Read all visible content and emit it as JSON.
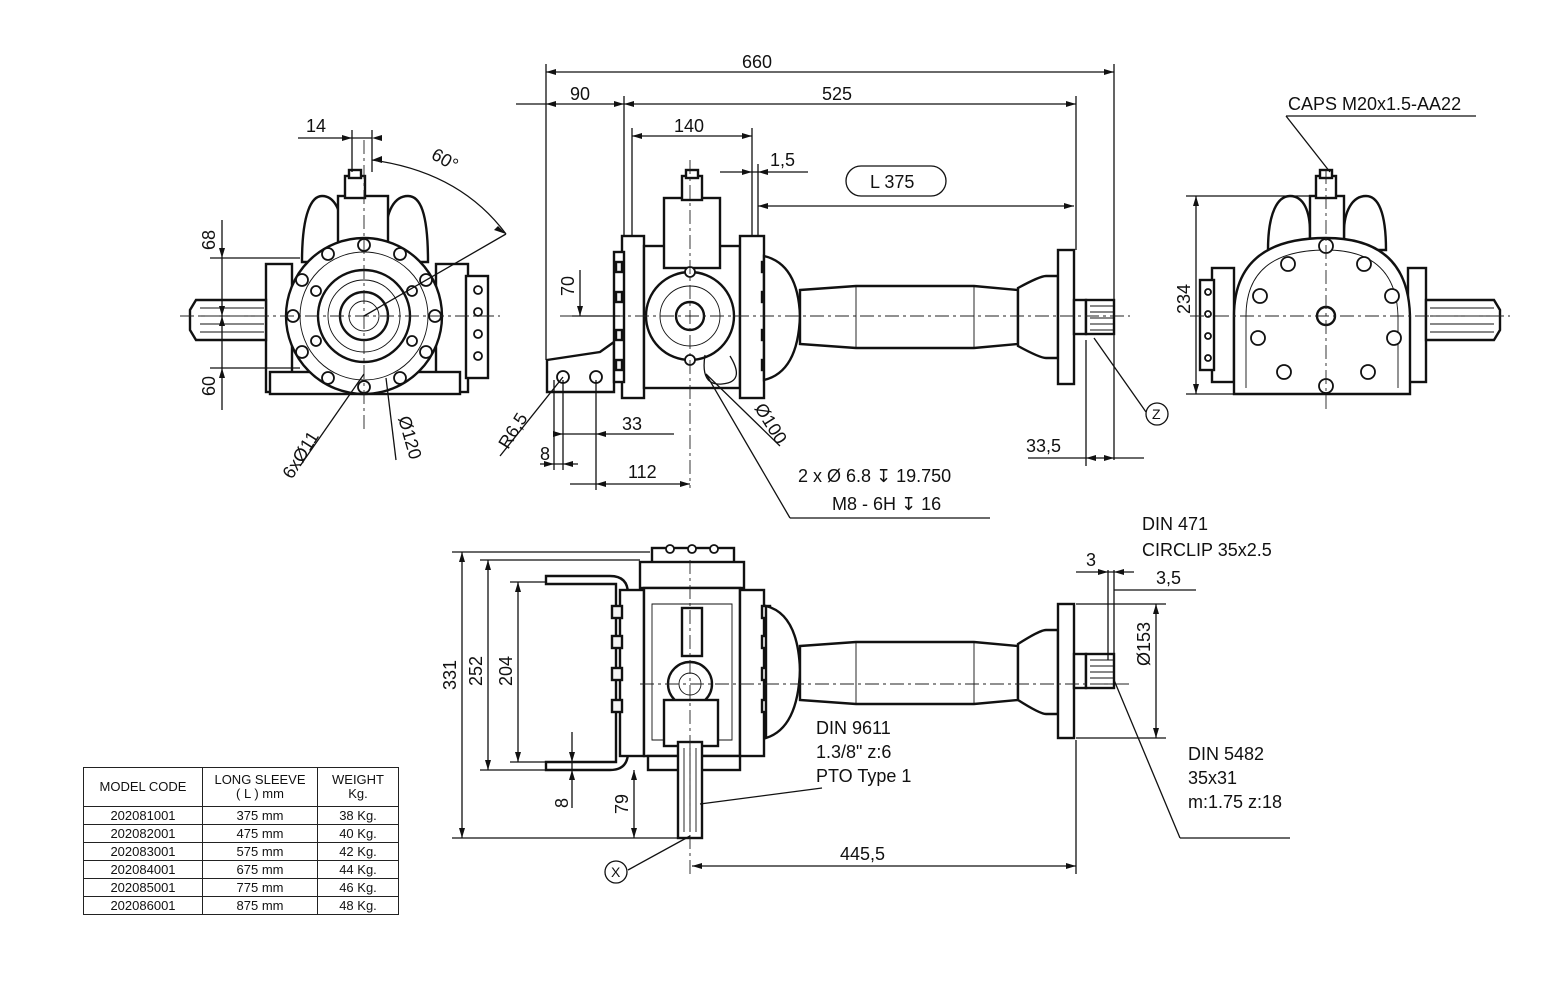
{
  "dimensions": {
    "front": {
      "d14": "14",
      "angle60": "60°",
      "d68": "68",
      "d60": "60",
      "holes": "6xØ11",
      "dia120": "Ø120"
    },
    "side": {
      "d660": "660",
      "d90": "90",
      "d525": "525",
      "d140": "140",
      "d1_5": "1,5",
      "sleeve": "L 375",
      "d70": "70",
      "r6_5": "R6,5",
      "d33": "33",
      "d8": "8",
      "d112": "112",
      "dia100": "Ø100",
      "d33_5": "33,5",
      "z_label": "Z",
      "holes_note_1": "2 x Ø 6.8 ↧ 19.750",
      "holes_note_2": "M8 - 6H ↧ 16"
    },
    "rear": {
      "caps": "CAPS M20x1.5-AA22",
      "d234": "234"
    },
    "top": {
      "d331": "331",
      "d252": "252",
      "d204": "204",
      "d8": "8",
      "d79": "79",
      "d445_5": "445,5",
      "d3": "3",
      "d3_5": "3,5",
      "dia153": "Ø153",
      "x_label": "X",
      "circlip_1": "DIN 471",
      "circlip_2": "CIRCLIP 35x2.5",
      "pto_1": "DIN 9611",
      "pto_2": "1.3/8\" z:6",
      "pto_3": "PTO Type 1",
      "spline_1": "DIN  5482",
      "spline_2": "35x31",
      "spline_3": "m:1.75 z:18"
    }
  },
  "table": {
    "headers": [
      {
        "line1": "MODEL CODE",
        "line2": ""
      },
      {
        "line1": "LONG SLEEVE",
        "line2": "( L ) mm"
      },
      {
        "line1": "WEIGHT",
        "line2": "Kg."
      }
    ],
    "rows": [
      [
        "202081001",
        "375 mm",
        "38 Kg."
      ],
      [
        "202082001",
        "475 mm",
        "40 Kg."
      ],
      [
        "202083001",
        "575 mm",
        "42 Kg."
      ],
      [
        "202084001",
        "675 mm",
        "44 Kg."
      ],
      [
        "202085001",
        "775 mm",
        "46 Kg."
      ],
      [
        "202086001",
        "875 mm",
        "48 Kg."
      ]
    ]
  }
}
